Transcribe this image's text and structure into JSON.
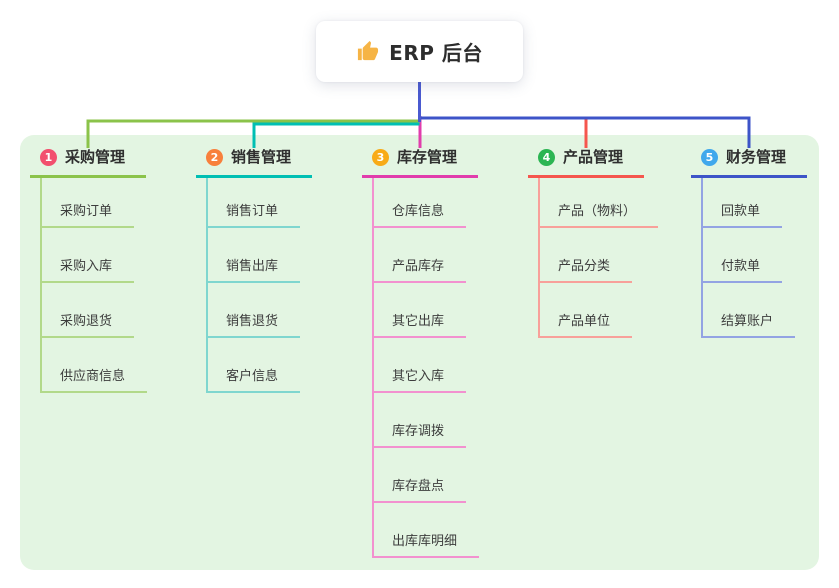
{
  "root": {
    "label": "ERP 后台",
    "icon": "thumbs-up-icon",
    "icon_color": "#f6b445",
    "line_color": "#4a5ad0"
  },
  "panel": {
    "background": "#e3f5e2"
  },
  "branches": [
    {
      "index": "1",
      "label": "采购管理",
      "badge_color": "#f2506e",
      "line_color": "#8bc34a",
      "child_line_color": "#b2d98a",
      "children": [
        "采购订单",
        "采购入库",
        "采购退货",
        "供应商信息"
      ]
    },
    {
      "index": "2",
      "label": "销售管理",
      "badge_color": "#f8803c",
      "line_color": "#00bfb3",
      "child_line_color": "#7fd6cf",
      "children": [
        "销售订单",
        "销售出库",
        "销售退货",
        "客户信息"
      ]
    },
    {
      "index": "3",
      "label": "库存管理",
      "badge_color": "#f8ab18",
      "line_color": "#e13dac",
      "child_line_color": "#f291cf",
      "children": [
        "仓库信息",
        "产品库存",
        "其它出库",
        "其它入库",
        "库存调拨",
        "库存盘点",
        "出库库明细"
      ]
    },
    {
      "index": "4",
      "label": "产品管理",
      "badge_color": "#2cb553",
      "line_color": "#f5564e",
      "child_line_color": "#f8a09a",
      "children": [
        "产品（物料）",
        "产品分类",
        "产品单位"
      ]
    },
    {
      "index": "5",
      "label": "财务管理",
      "badge_color": "#41a8ec",
      "line_color": "#3d54c8",
      "child_line_color": "#93a3e3",
      "children": [
        "回款单",
        "付款单",
        "结算账户"
      ]
    }
  ]
}
